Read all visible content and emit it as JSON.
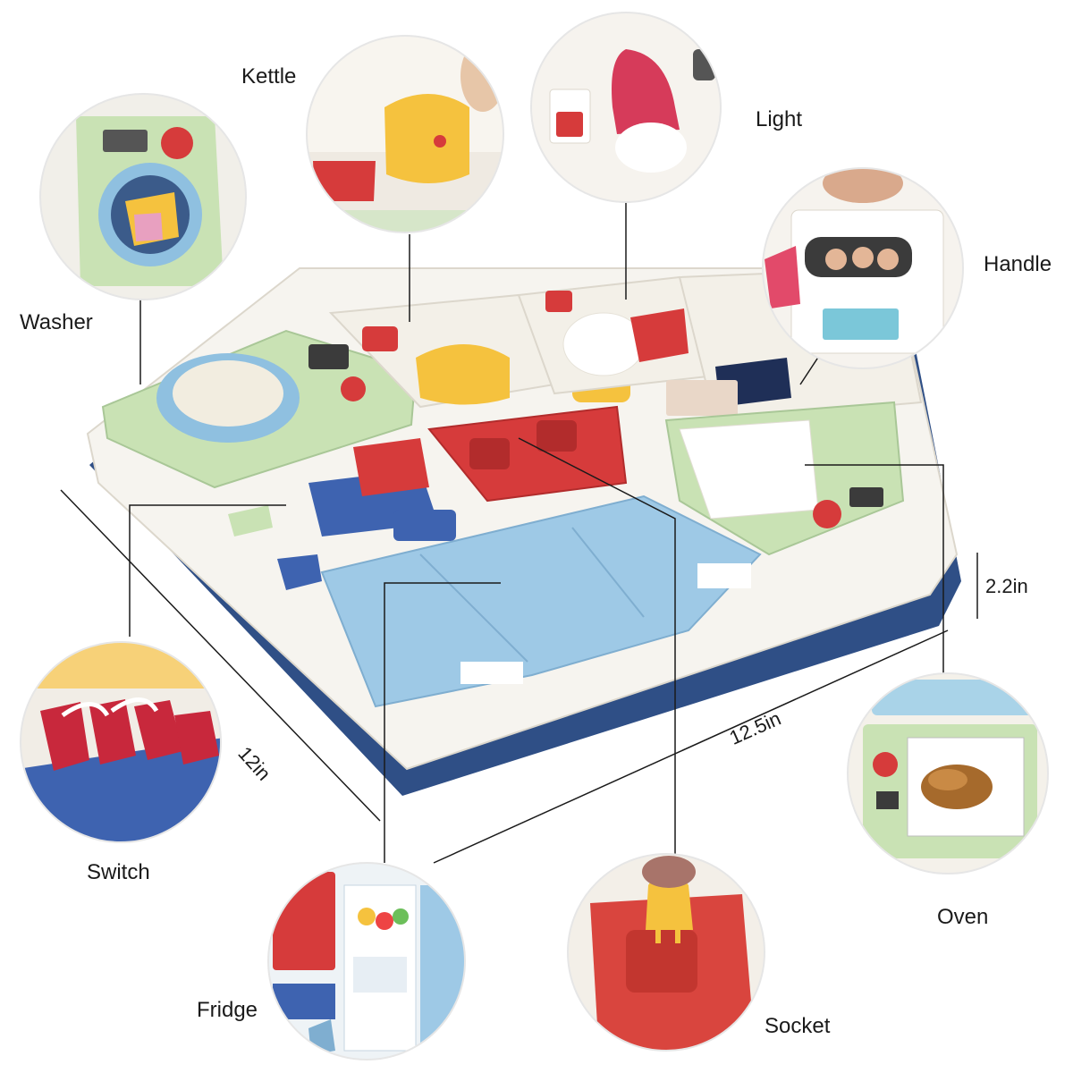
{
  "callouts": {
    "kettle": "Kettle",
    "light": "Light",
    "washer": "Washer",
    "handle": "Handle",
    "switch": "Switch",
    "fridge": "Fridge",
    "socket": "Socket",
    "oven": "Oven"
  },
  "dimensions": {
    "depth": "12in",
    "width": "12.5in",
    "height": "2.2in"
  },
  "colors": {
    "board_base": "#f6f4ef",
    "board_bottom": "#2f4f86",
    "fridge_blue": "#9ec9e6",
    "socket_red": "#d63b3b",
    "washer_green": "#c9e2b4",
    "kettle_yellow": "#f5c23e"
  }
}
